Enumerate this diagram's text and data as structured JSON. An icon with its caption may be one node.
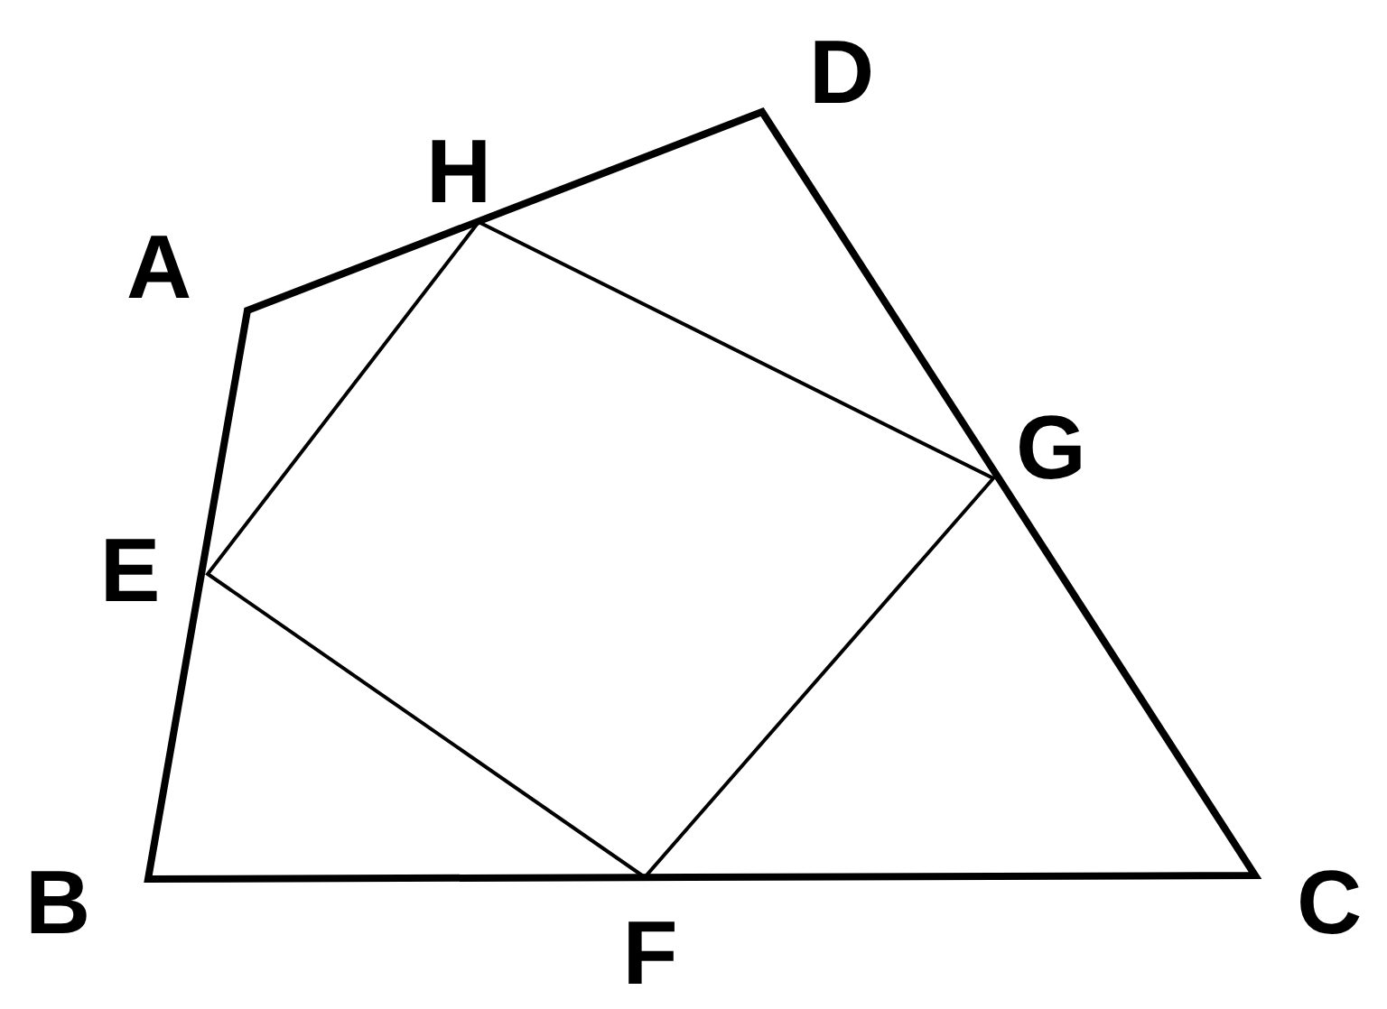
{
  "diagram": {
    "labels": [
      "D",
      "H",
      "A",
      "G",
      "E",
      "B",
      "C",
      "F"
    ]
  }
}
